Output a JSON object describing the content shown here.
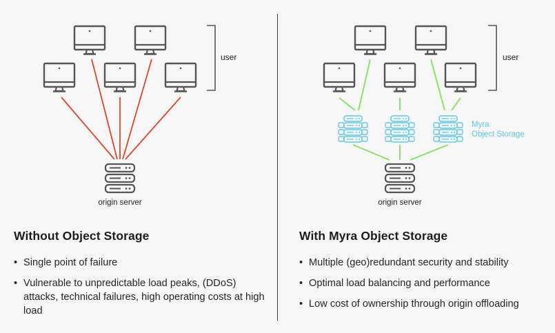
{
  "left": {
    "user_label": "user",
    "server_label": "origin server",
    "heading": "Without Object Storage",
    "bullets": [
      "Single point of failure",
      "Vulnerable to unpredictable load peaks, (DDoS) attacks, technical failures, high operating costs at high load"
    ]
  },
  "right": {
    "user_label": "user",
    "server_label": "origin server",
    "storage_label_line1": "Myra",
    "storage_label_line2": "Object Storage",
    "heading": "With Myra Object Storage",
    "bullets": [
      "Multiple (geo)redundant security and stability",
      "Optimal load balancing and performance",
      "Low cost of ownership through origin offloading"
    ]
  },
  "colors": {
    "left_links": "#d9482b",
    "right_links": "#8ee06a",
    "storage": "#5ec8e6",
    "device": "#555555"
  },
  "icons": {
    "monitor": "monitor-icon",
    "server": "server-icon",
    "storage": "storage-server-icon"
  }
}
